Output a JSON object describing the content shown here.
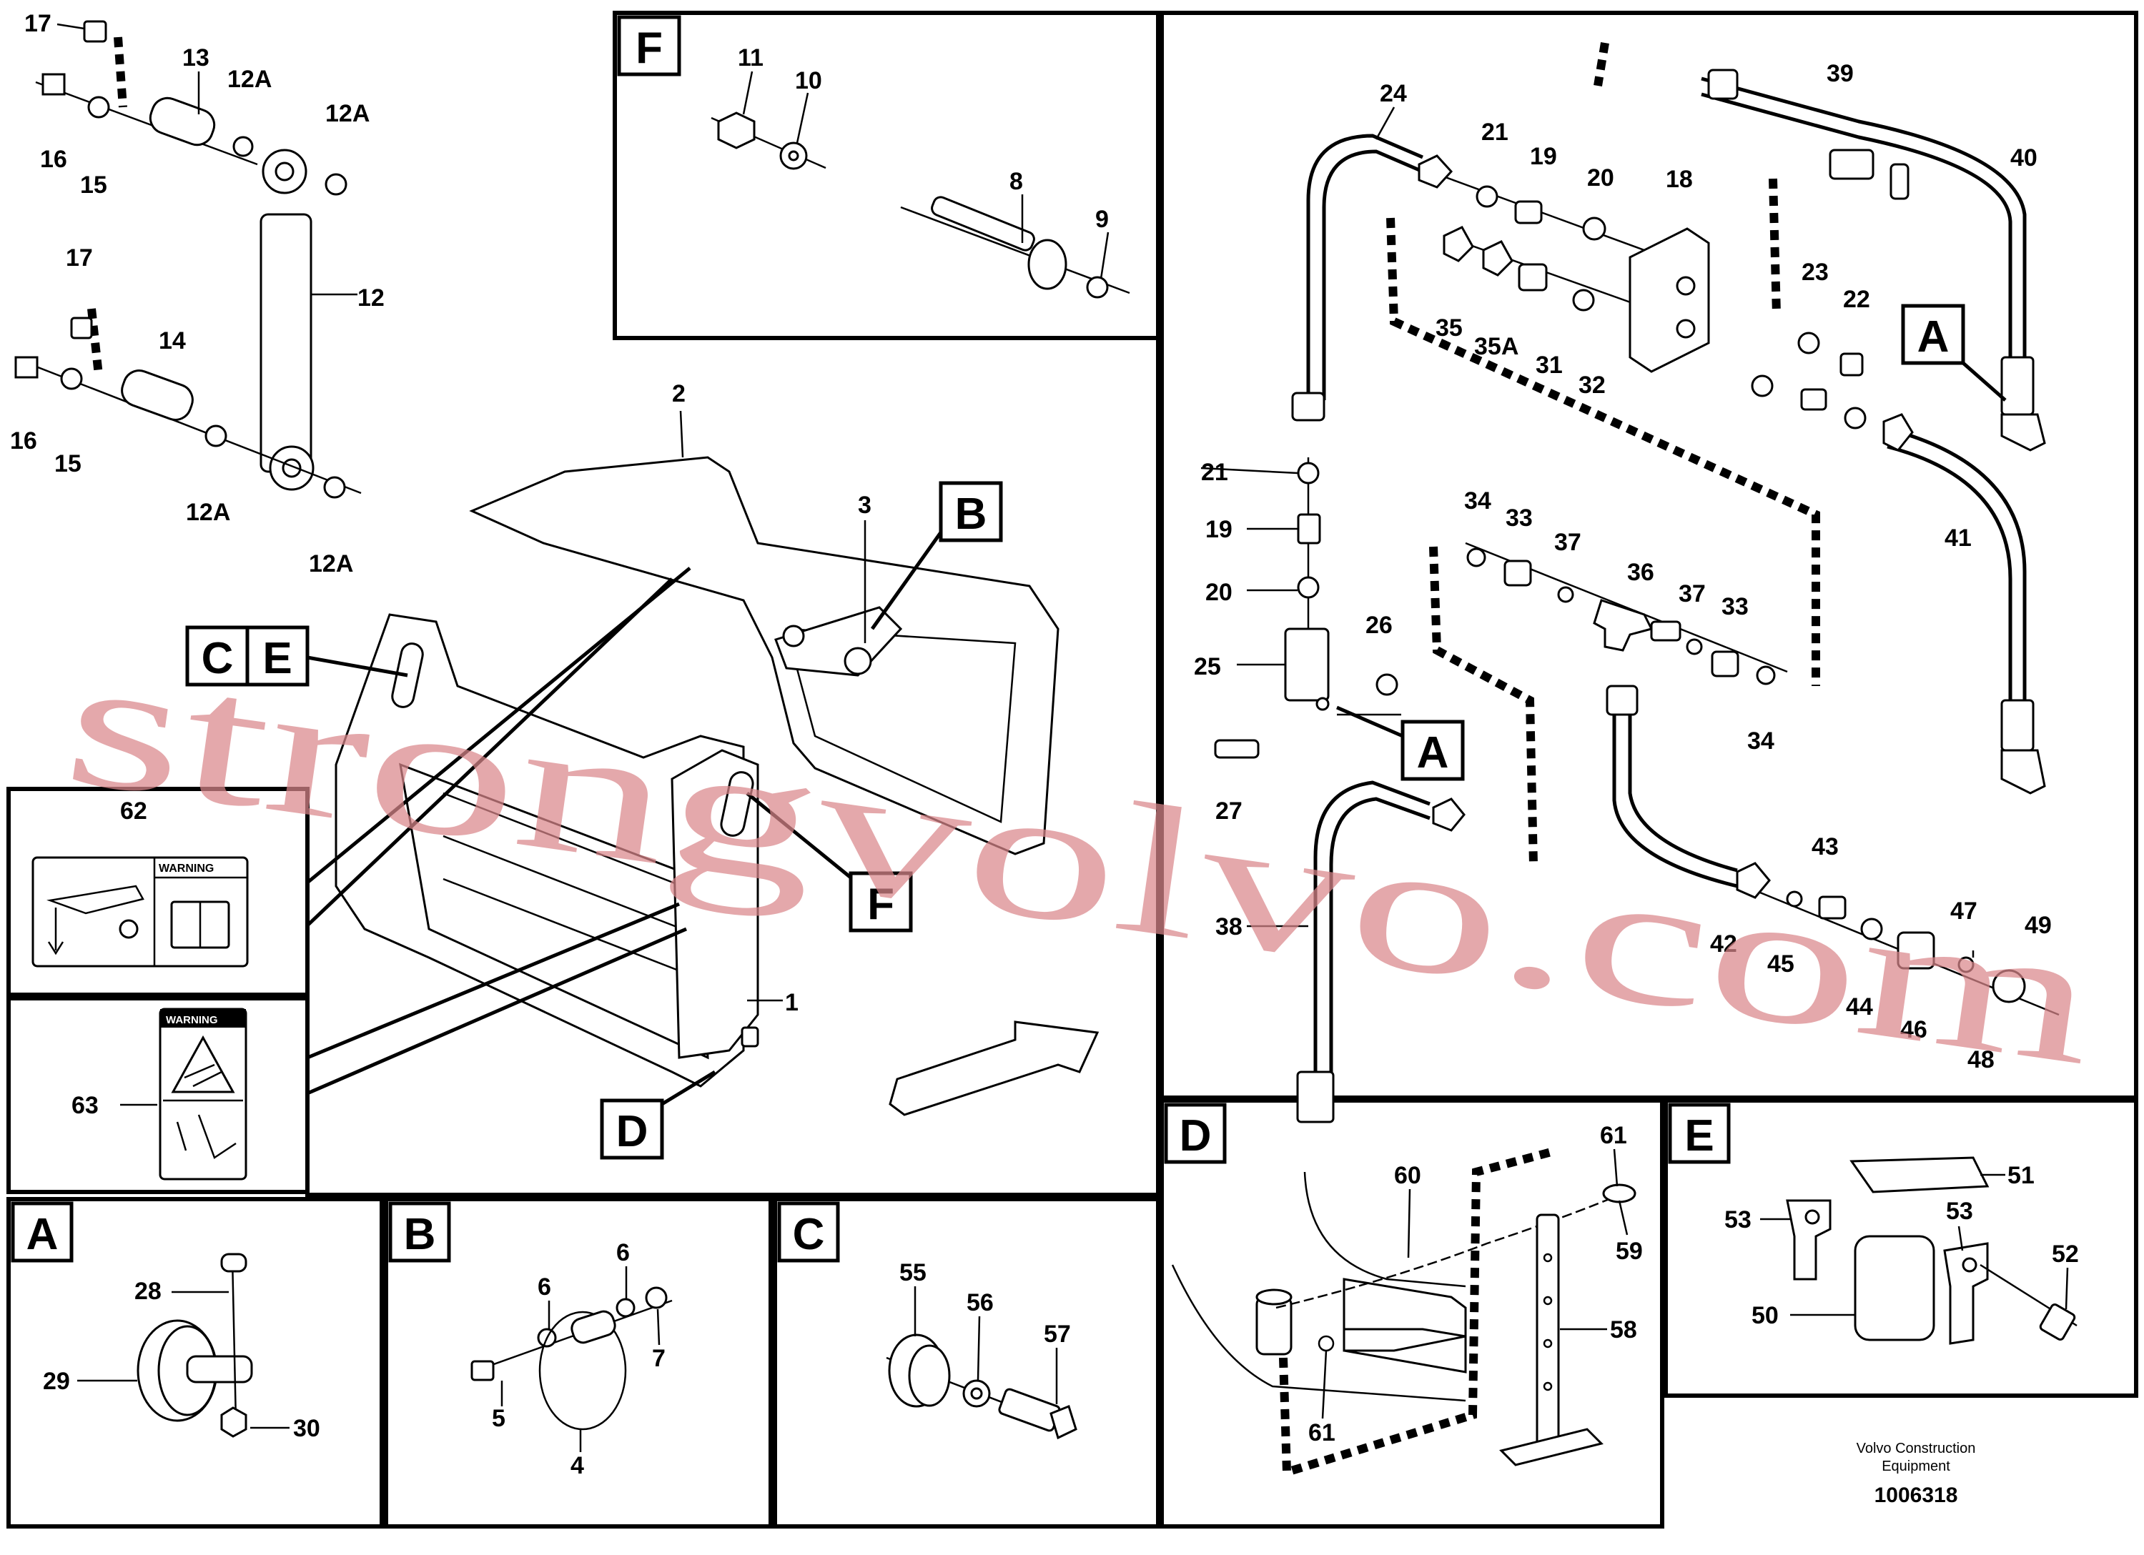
{
  "panels": {
    "F_top": "F",
    "A": "A",
    "B": "B",
    "C": "C",
    "D": "D",
    "E": "E"
  },
  "callouts": {
    "A_right": "A",
    "A_mid": "A",
    "B_main": "B",
    "C_main": "C",
    "E_main": "E",
    "F_main": "F",
    "D_main": "D"
  },
  "cylinder_labels": [
    "17",
    "13",
    "12A",
    "12A",
    "16",
    "15",
    "17",
    "12",
    "14",
    "16",
    "15",
    "12A",
    "12A"
  ],
  "f_labels": [
    "11",
    "10",
    "8",
    "9"
  ],
  "main_labels": [
    "2",
    "3",
    "1",
    "62",
    "63"
  ],
  "hyd_labels": [
    "24",
    "21",
    "19",
    "20",
    "18",
    "39",
    "40",
    "35",
    "35A",
    "31",
    "32",
    "23",
    "22",
    "21",
    "19",
    "20",
    "26",
    "25",
    "27",
    "34",
    "33",
    "37",
    "36",
    "37",
    "33",
    "34",
    "41",
    "38",
    "42",
    "45",
    "43",
    "44",
    "46",
    "47",
    "48",
    "49"
  ],
  "a_labels": [
    "28",
    "29",
    "30"
  ],
  "b_labels": [
    "6",
    "6",
    "5",
    "7",
    "4"
  ],
  "c_labels": [
    "55",
    "56",
    "57"
  ],
  "d_labels": [
    "60",
    "61",
    "59",
    "58",
    "61"
  ],
  "e_labels": [
    "51",
    "53",
    "53",
    "52",
    "50"
  ],
  "warning_text": "WARNING",
  "footer": {
    "line1": "Volvo Construction",
    "line2": "Equipment",
    "doc_number": "1006318"
  },
  "watermark": "strongvolvo.com",
  "colors": {
    "ink": "#000000",
    "paper": "#ffffff",
    "watermark": "#d9868a"
  }
}
